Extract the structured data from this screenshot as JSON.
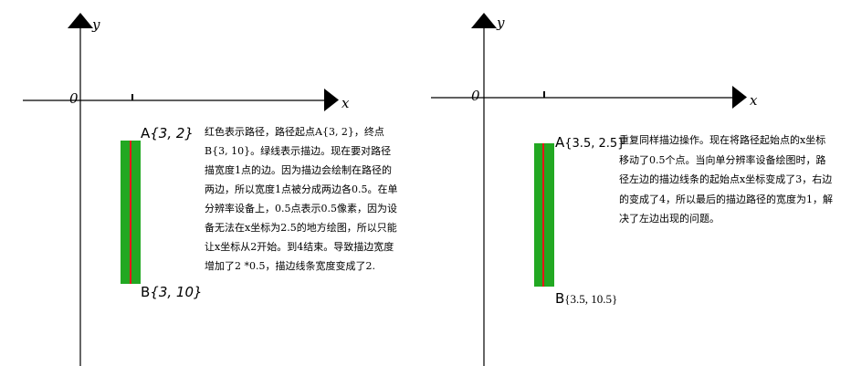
{
  "left": {
    "axis": {
      "y_label": "y",
      "x_label": "x",
      "origin_label": "0"
    },
    "point_a": {
      "letter": "A",
      "coord": "{3, 2}"
    },
    "point_b": {
      "letter": "B",
      "coord": "{3, 10}"
    },
    "description": "红色表示路径，路径起点A{3, 2}，终点B{3, 10}。绿线表示描边。现在要对路径描宽度1点的边。因为描边会绘制在路径的两边，所以宽度1点被分成两边各0.5。在单分辨率设备上，0.5点表示0.5像素，因为设备无法在x坐标为2.5的地方绘图，所以只能让x坐标从2开始。到4结束。导致描边宽度增加了2 *0.5，描边线条宽度变成了2."
  },
  "right": {
    "axis": {
      "y_label": "y",
      "x_label": "x",
      "origin_label": "0"
    },
    "point_a": {
      "letter": "A",
      "coord": "{3.5, 2.5}"
    },
    "point_b": {
      "letter": "B",
      "coord": "{3.5, 10.5}"
    },
    "description": "重复同样描边操作。现在将路径起始点的x坐标移动了0.5个点。当向单分辨率设备绘图时，路径左边的描边线条的起始点x坐标变成了3，右边的变成了4，所以最后的描边路径的宽度为1，解决了左边出现的问题。"
  },
  "colors": {
    "path": "#e8151b",
    "stroke": "#22a822",
    "axis": "#000000"
  }
}
